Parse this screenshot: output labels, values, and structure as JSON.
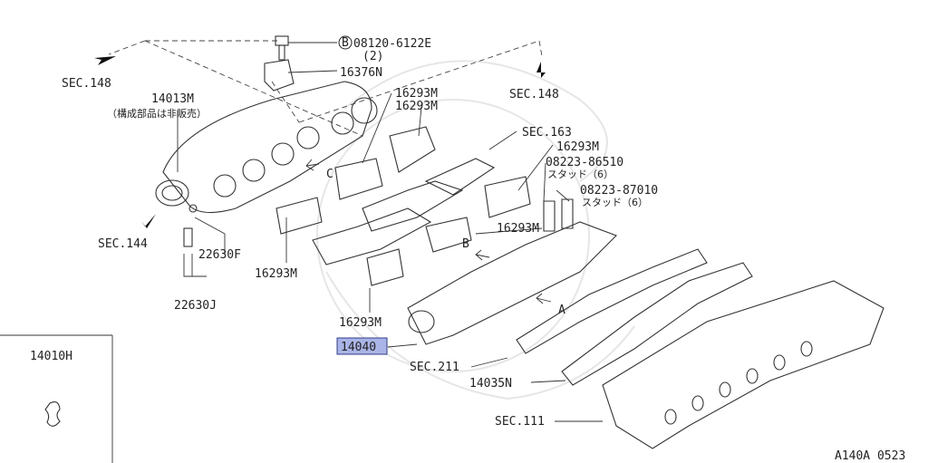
{
  "diagram": {
    "labels": {
      "bolt_ref": "08120-6122E",
      "bolt_ref_circle": "B",
      "bolt_qty": "(2)",
      "bracket": "16376N",
      "sec148_left": "SEC.148",
      "sec148_right": "SEC.148",
      "collector": "14013M",
      "collector_note": "（構成部品は非販売）",
      "gasket_a1": "16293M",
      "gasket_a2": "16293M",
      "sec163": "SEC.163",
      "gasket_b": "16293M",
      "stud1_ref": "08223-86510",
      "stud1_qty": "スタッド（6）",
      "stud2_ref": "08223-87010",
      "stud2_qty": "スタッド（6）",
      "gasket_c": "16293M",
      "view_c": "C",
      "view_b": "B",
      "view_a": "A",
      "sec144": "SEC.144",
      "sensor_f": "22630F",
      "sensor_j": "22630J",
      "gasket_d": "16293M",
      "gasket_e": "16293M",
      "manifold": "14040",
      "sec211": "SEC.211",
      "gasket_n": "14035N",
      "sec111": "SEC.111",
      "inset_part": "14010H",
      "diagram_code": "A140A 0523"
    },
    "colors": {
      "highlight": "#aab4e6",
      "line": "#333333"
    }
  }
}
